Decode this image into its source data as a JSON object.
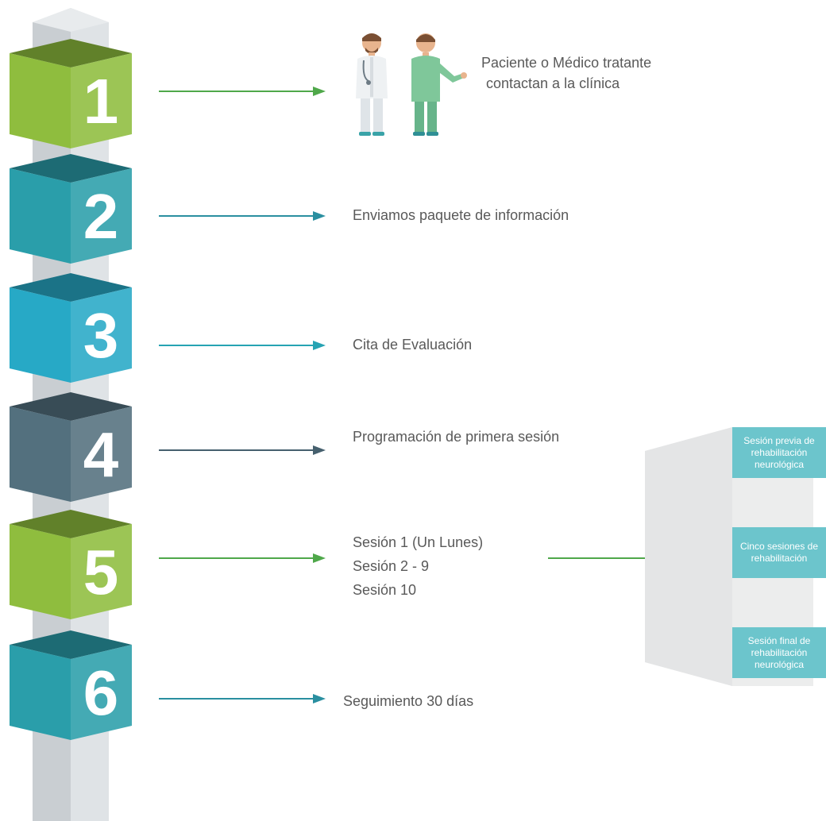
{
  "steps": [
    {
      "number": "1",
      "color": "#8fbd3e",
      "arrow_color": "#4fa84a"
    },
    {
      "number": "2",
      "color": "#2a9eaa",
      "arrow_color": "#2a8fa0"
    },
    {
      "number": "3",
      "color": "#27a9c6",
      "arrow_color": "#26a3b3"
    },
    {
      "number": "4",
      "color": "#53707e",
      "arrow_color": "#46606e"
    },
    {
      "number": "5",
      "color": "#8fbd3e",
      "arrow_color": "#4fa84a"
    },
    {
      "number": "6",
      "color": "#2a9eaa",
      "arrow_color": "#2a8fa0"
    }
  ],
  "labels": {
    "step1": [
      "Paciente o Médico tratante",
      "contactan a la clínica"
    ],
    "step2": "Enviamos paquete de información",
    "step3": "Cita de Evaluación",
    "step4": "Programación de primera sesión",
    "step5": [
      "Sesión 1 (Un Lunes)",
      "Sesión 2 - 9",
      "Sesión 10"
    ],
    "step6": "Seguimiento 30 días"
  },
  "sessions_panel": {
    "boxes": [
      [
        "Sesión previa de",
        "rehabilitación",
        "neurológica"
      ],
      [
        "Cinco sesiones de",
        "rehabilitación"
      ],
      [
        "Sesión final de",
        "rehabilitación",
        "neurológica"
      ]
    ],
    "box_color": "#6cc5cc"
  },
  "icons": [
    "doctor-icon",
    "nurse-icon"
  ]
}
